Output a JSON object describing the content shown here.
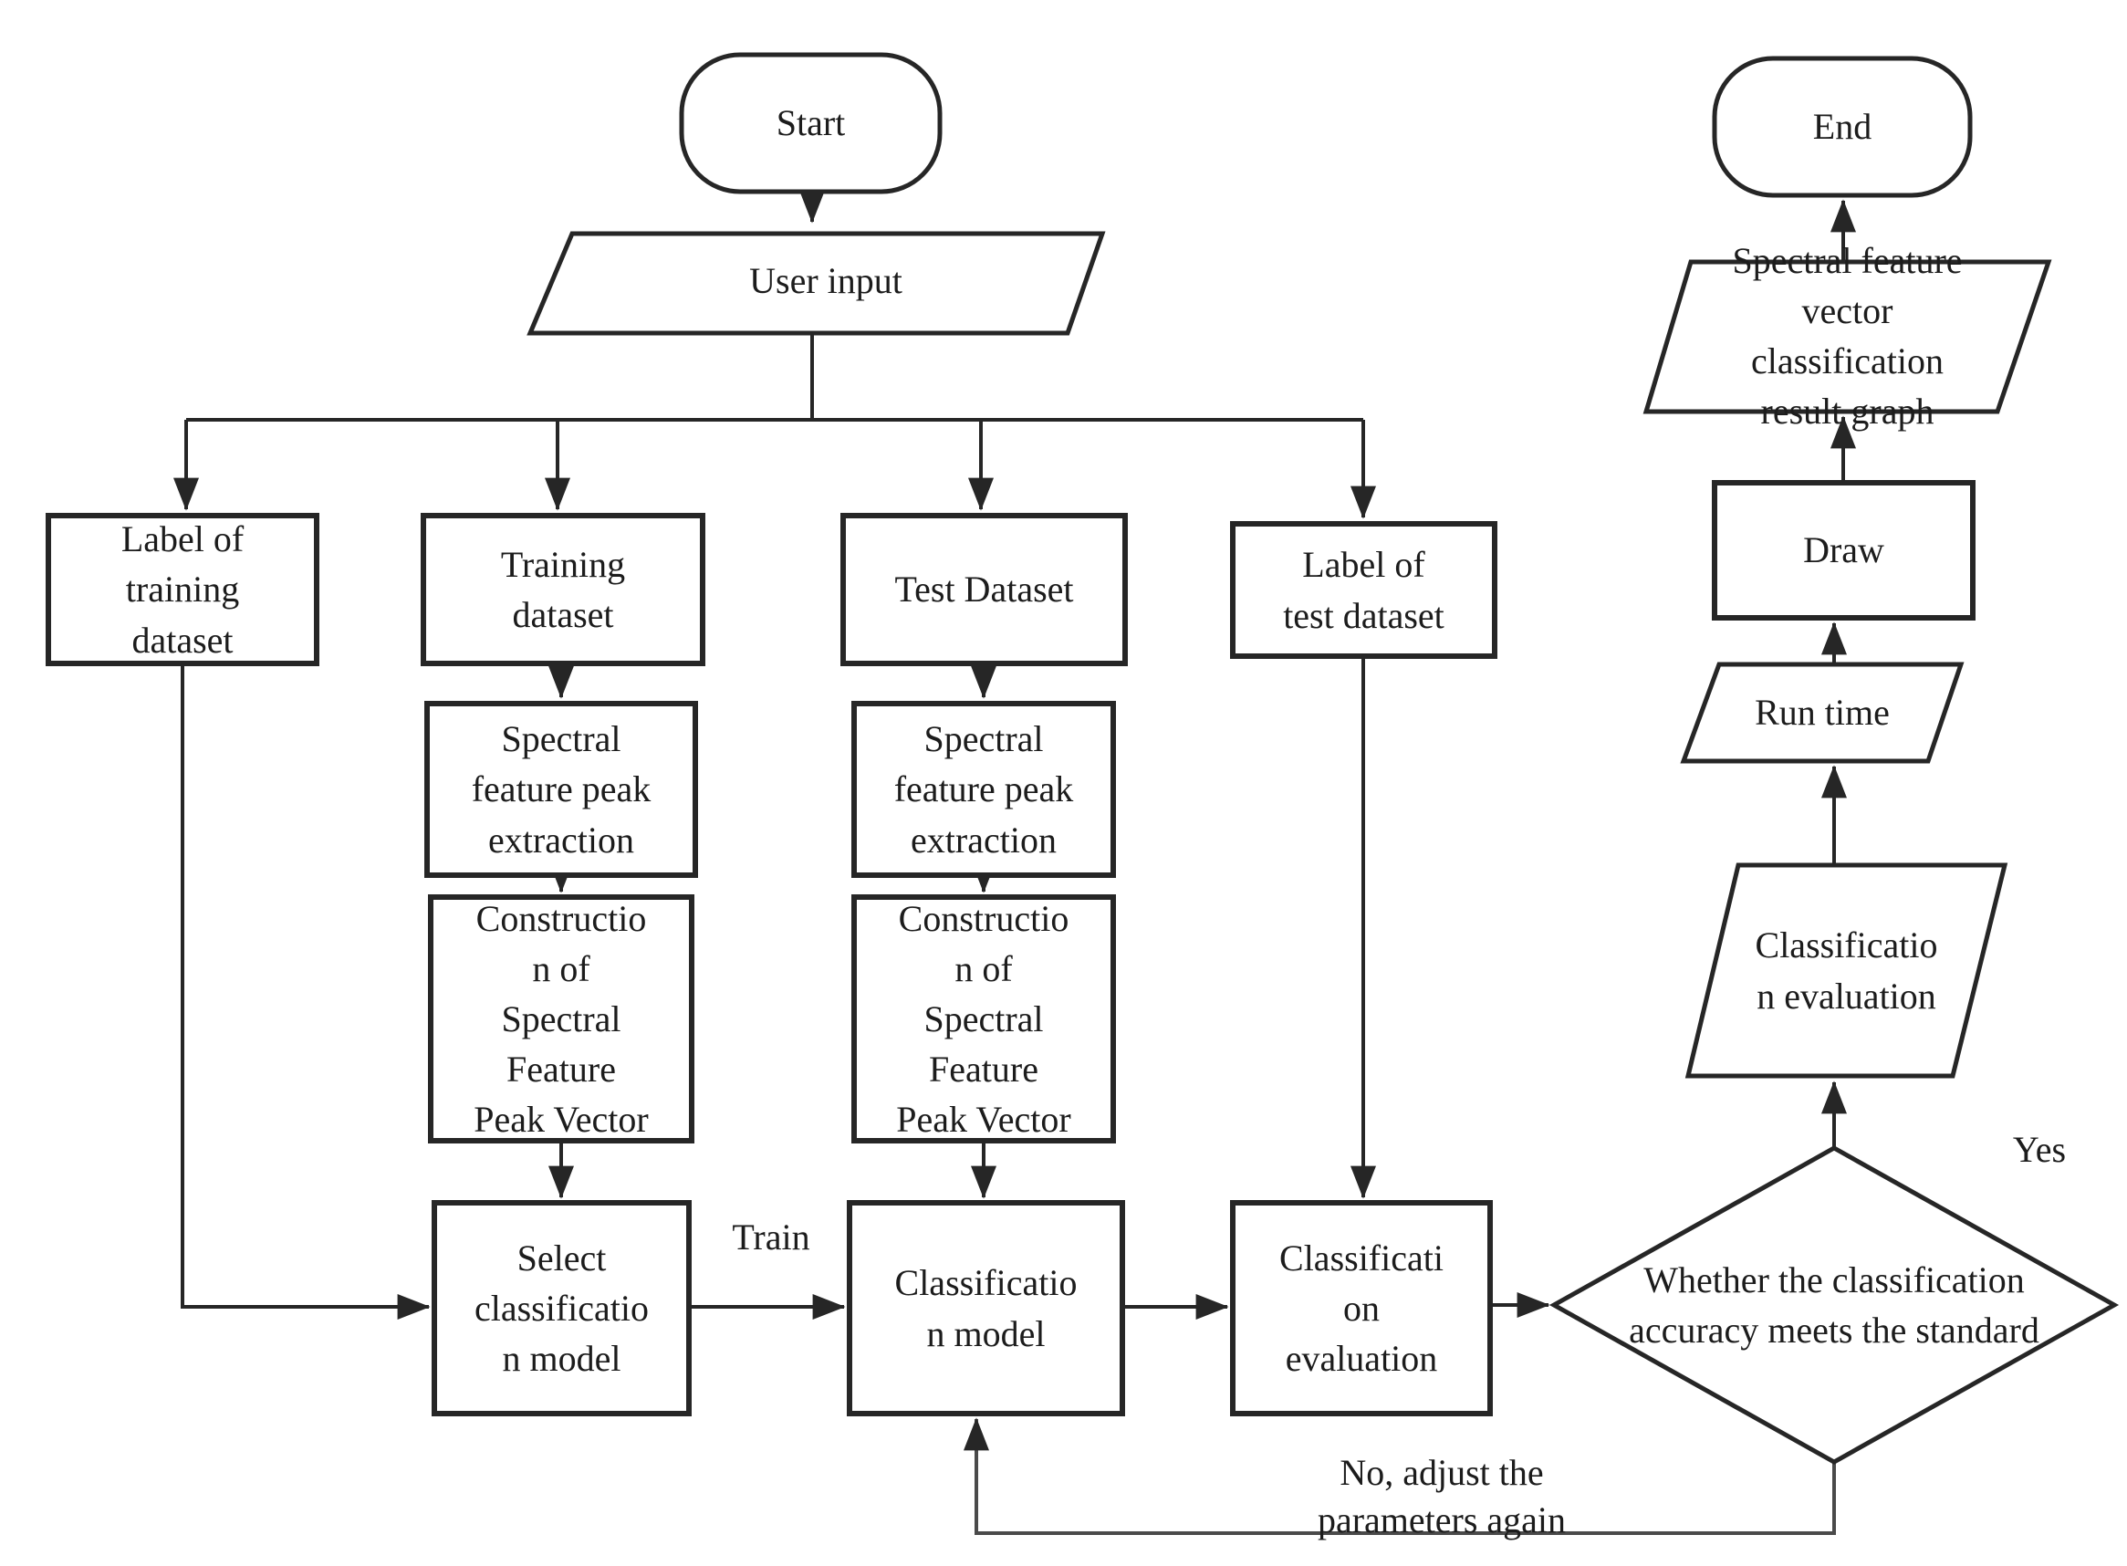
{
  "figure": {
    "background_color": "#ffffff",
    "stroke_color": "#262626",
    "feedback_line_color": "#4a4a4a",
    "text_color": "#1c1c1c"
  },
  "nodes": {
    "start": {
      "type": "terminator",
      "label": "Start"
    },
    "user_input": {
      "type": "input-output",
      "label": "User input"
    },
    "label_training_dataset": {
      "type": "process",
      "label": "Label of\ntraining\ndataset"
    },
    "training_dataset": {
      "type": "process",
      "label": "Training\ndataset"
    },
    "test_dataset": {
      "type": "process",
      "label": "Test Dataset"
    },
    "label_test_dataset": {
      "type": "process",
      "label": "Label of\ntest dataset"
    },
    "spectral_extraction_train": {
      "type": "process",
      "label": "Spectral\nfeature peak\nextraction"
    },
    "spectral_extraction_test": {
      "type": "process",
      "label": "Spectral\nfeature peak\nextraction"
    },
    "construction_train": {
      "type": "process",
      "label": "Constructio\nn of\nSpectral\nFeature\nPeak Vector"
    },
    "construction_test": {
      "type": "process",
      "label": "Constructio\nn of\nSpectral\nFeature\nPeak Vector"
    },
    "select_classification_model": {
      "type": "process",
      "label": "Select\nclassificatio\nn model"
    },
    "classification_model": {
      "type": "process",
      "label": "Classificatio\nn model"
    },
    "classification_evaluation_box": {
      "type": "process",
      "label": "Classificati\non\nevaluation"
    },
    "decision": {
      "type": "decision",
      "label": "Whether the classification\naccuracy meets the standard"
    },
    "classification_evaluation_io": {
      "type": "input-output",
      "label": "Classificatio\nn evaluation"
    },
    "run_time": {
      "type": "input-output",
      "label": "Run time"
    },
    "draw": {
      "type": "process",
      "label": "Draw"
    },
    "result_graph": {
      "type": "input-output",
      "label": "Spectral feature\nvector\nclassification\nresult graph"
    },
    "end": {
      "type": "terminator",
      "label": "End"
    }
  },
  "edge_labels": {
    "train": "Train",
    "yes": "Yes",
    "no": "No, adjust the\nparameters again"
  }
}
